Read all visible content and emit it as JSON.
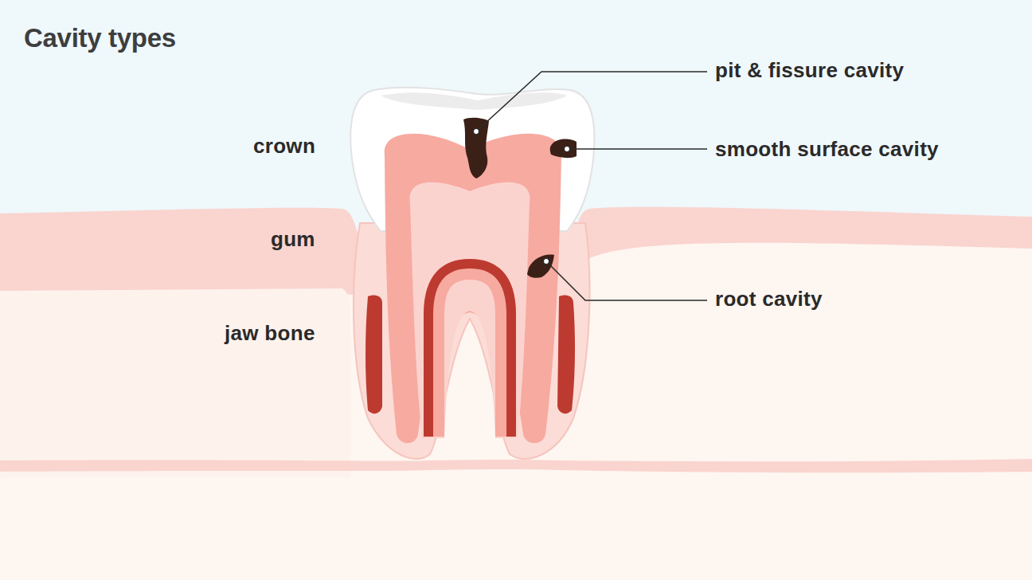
{
  "diagram": {
    "title": "Cavity types",
    "labels": [
      "crown",
      "gum",
      "jaw bone",
      "pit & fissure cavity",
      "smooth surface cavity",
      "root cavity"
    ]
  }
}
